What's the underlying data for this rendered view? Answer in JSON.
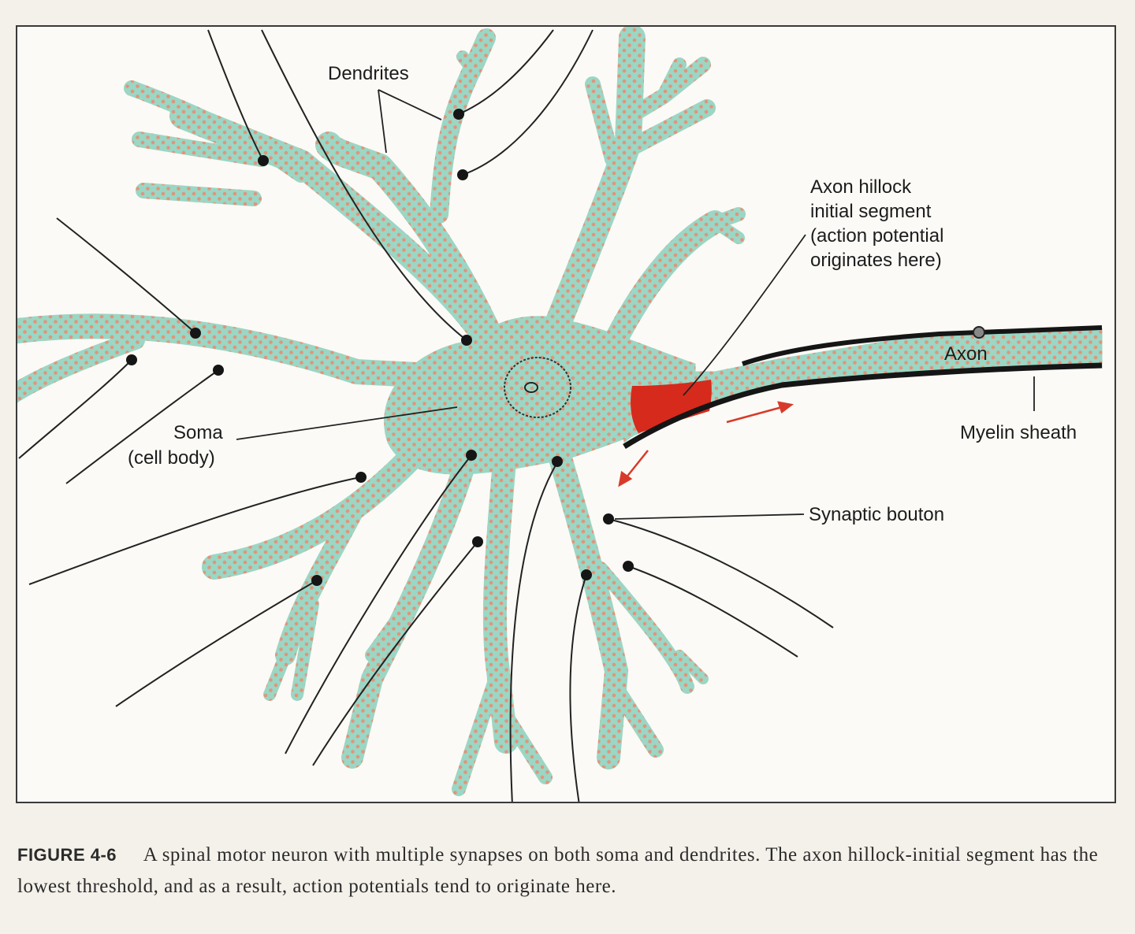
{
  "labels": {
    "dendrites": "Dendrites",
    "axon_hillock_1": "Axon hillock",
    "axon_hillock_2": "initial segment",
    "axon_hillock_3": "(action potential",
    "axon_hillock_4": "originates here)",
    "axon": "Axon",
    "myelin_sheath": "Myelin sheath",
    "soma_1": "Soma",
    "soma_2": "(cell body)",
    "synaptic_bouton": "Synaptic bouton"
  },
  "caption": {
    "figure_number": "FIGURE 4-6",
    "text": "A spinal motor neuron with multiple synapses on both soma and dendrites. The axon hillock-initial segment has the lowest threshold, and as a result, action potentials tend to originate here."
  },
  "colors": {
    "cell_fill": "#9cd6c4",
    "cell_dots": "#e0957c",
    "cell_outline": "#2a2a2a",
    "hillock": "#d62a1c",
    "myelin": "#151515",
    "arrow": "#d83a2a"
  }
}
